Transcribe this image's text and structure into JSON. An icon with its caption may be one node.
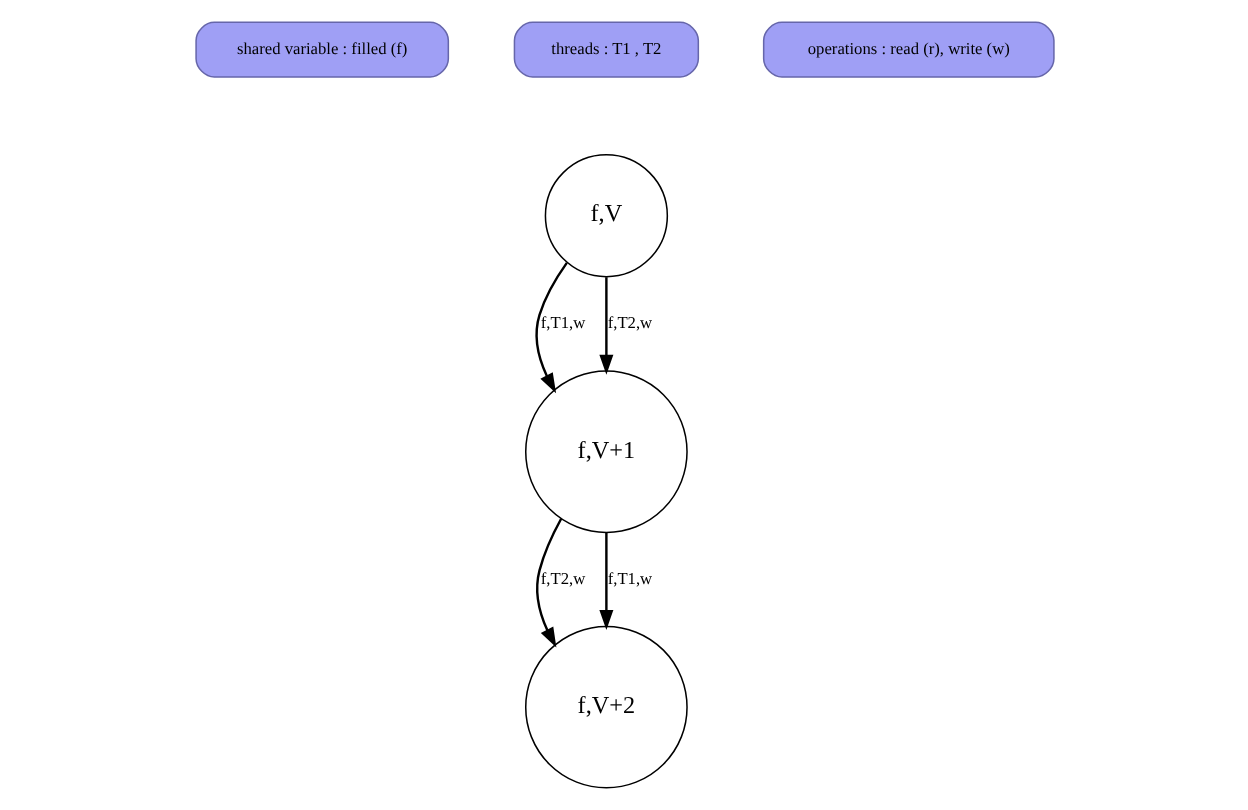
{
  "diagram": {
    "nodes": [
      {
        "text": [
          "shared variable : filled (f)"
        ]
      },
      {
        "text": [
          "threads : T1 , T2"
        ]
      },
      {
        "text": [
          "operations : read (r), write (w)"
        ]
      },
      {
        "text": [
          "f,V"
        ]
      },
      {
        "text": [
          "f,V+1"
        ]
      },
      {
        "text": [
          "f,V+2"
        ]
      }
    ],
    "edges": [
      {
        "from": 3,
        "to": 4,
        "arrow": "to",
        "label": "f,T1,w"
      },
      {
        "from": 3,
        "to": 4,
        "arrow": "to",
        "label": "f,T2,w"
      },
      {
        "from": 4,
        "to": 5,
        "arrow": "to",
        "label": "f,T2,w"
      },
      {
        "from": 4,
        "to": 5,
        "arrow": "to",
        "label": "f,T1,w"
      }
    ]
  }
}
